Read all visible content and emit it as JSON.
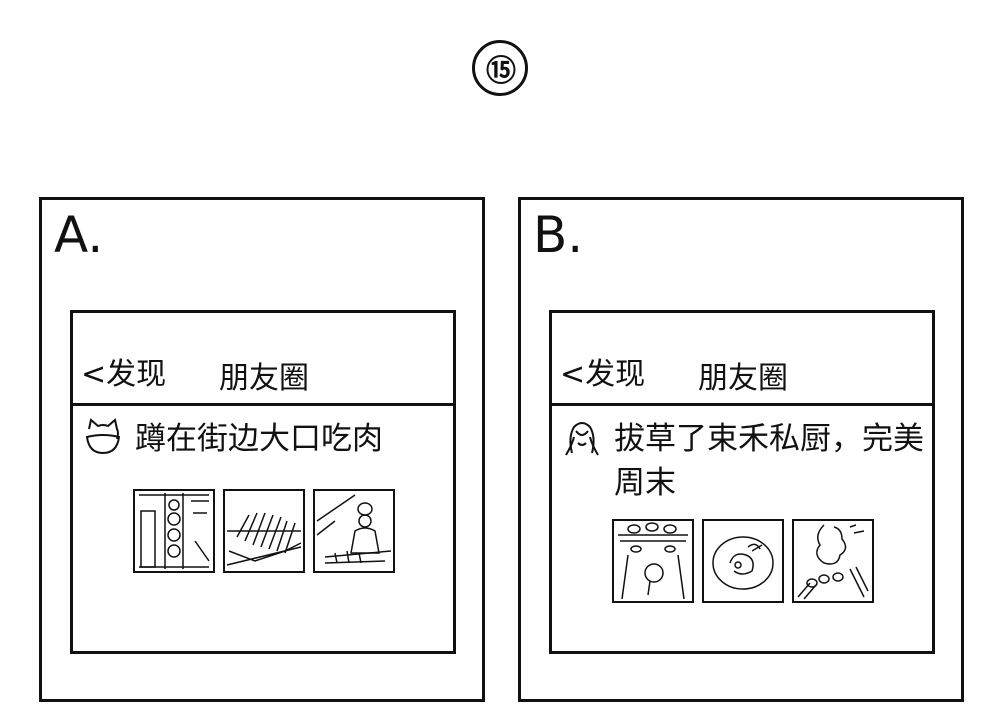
{
  "question_number": "⑮",
  "options": [
    {
      "letter": "A.",
      "header": {
        "back": "<发现",
        "title": "朋友圈"
      },
      "avatar_icon": "cat-face-icon",
      "post_text": "蹲在街边大口吃肉",
      "photos": [
        "grilled-skewers-icon",
        "grill-skewers-icon",
        "chef-cooking-icon"
      ]
    },
    {
      "letter": "B.",
      "header": {
        "back": "<发现",
        "title": "朋友圈"
      },
      "avatar_icon": "woman-face-icon",
      "post_text": "拔草了束禾私厨，完美周末",
      "photos": [
        "restaurant-table-icon",
        "plated-dish-icon",
        "desserts-icon"
      ]
    }
  ]
}
